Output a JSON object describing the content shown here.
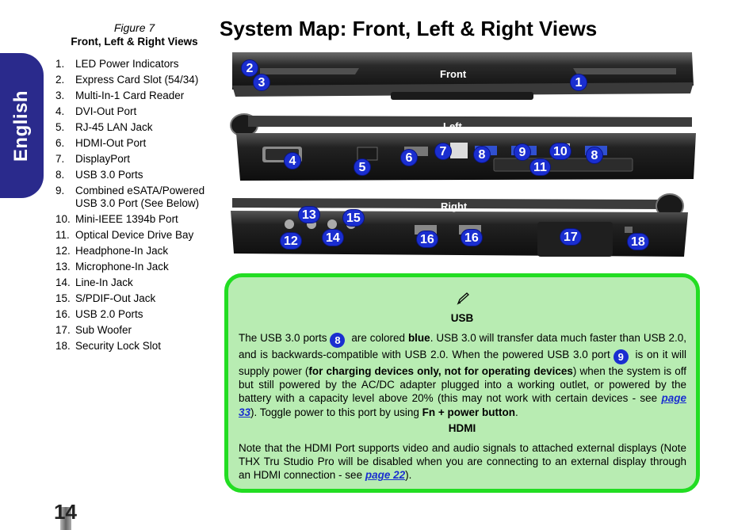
{
  "side_tab": {
    "label": "English"
  },
  "figure": {
    "number": "Figure 7",
    "title": "Front, Left & Right Views"
  },
  "page_title": "System Map: Front, Left & Right Views",
  "legend": [
    {
      "num": "1.",
      "text": "LED Power Indicators"
    },
    {
      "num": "2.",
      "text": "Express Card Slot (54/34)"
    },
    {
      "num": "3.",
      "text": "Multi-In-1 Card Reader"
    },
    {
      "num": "4.",
      "text": "DVI-Out Port"
    },
    {
      "num": "5.",
      "text": "RJ-45 LAN Jack"
    },
    {
      "num": "6.",
      "text": "HDMI-Out Port"
    },
    {
      "num": "7.",
      "text": "DisplayPort"
    },
    {
      "num": "8.",
      "text": "USB 3.0 Ports"
    },
    {
      "num": "9.",
      "text": "Combined eSATA/Powered USB 3.0 Port (See Below)"
    },
    {
      "num": "10.",
      "text": "Mini-IEEE 1394b Port"
    },
    {
      "num": "11.",
      "text": "Optical Device Drive Bay"
    },
    {
      "num": "12.",
      "text": "Headphone-In Jack"
    },
    {
      "num": "13.",
      "text": "Microphone-In Jack"
    },
    {
      "num": "14.",
      "text": "Line-In Jack"
    },
    {
      "num": "15.",
      "text": "S/PDIF-Out Jack"
    },
    {
      "num": "16.",
      "text": "USB 2.0 Ports"
    },
    {
      "num": "17.",
      "text": "Sub Woofer"
    },
    {
      "num": "18.",
      "text": "Security Lock Slot"
    }
  ],
  "views": {
    "front": {
      "label": "Front",
      "badges": [
        "2",
        "3",
        "1"
      ]
    },
    "left": {
      "label": "Left",
      "badges": [
        "4",
        "5",
        "6",
        "7",
        "8",
        "9",
        "10",
        "11",
        "8"
      ]
    },
    "right": {
      "label": "Right",
      "badges": [
        "13",
        "15",
        "12",
        "14",
        "16",
        "16",
        "17",
        "18"
      ]
    }
  },
  "note": {
    "usb_heading": "USB",
    "usb_p1_a": "The USB 3.0 ports",
    "usb_badge_8": "8",
    "usb_p1_b": " are colored ",
    "usb_p1_blue": "blue",
    "usb_p1_c": ". USB 3.0 will transfer data much faster than USB 2.0, and is backwards-compatible with USB 2.0. When the powered  USB 3.0 port",
    "usb_badge_9": "9",
    "usb_p1_d": " is on it will supply power (",
    "usb_p1_bold": "for charging devices only, not for operating devices",
    "usb_p1_e": ") when the system is off but still powered by the AC/DC adapter plugged into a working outlet, or powered by the battery with a capacity level above 20% (this may not work with certain devices - see ",
    "usb_link": "page 33",
    "usb_p1_f": "). Toggle power to this port by using ",
    "usb_p1_keys": "Fn + power button",
    "usb_p1_g": ".",
    "hdmi_heading": "HDMI",
    "hdmi_p_a": "Note that the HDMI Port supports video and audio signals to attached external displays (Note THX Tru Studio Pro will be disabled when you are connecting to an external display through an HDMI connection - see ",
    "hdmi_link": "page 22",
    "hdmi_p_b": ")."
  },
  "page_number": "14",
  "colors": {
    "accent_blue": "#1a2ed0",
    "tab_blue": "#2a2a8c",
    "note_border": "#22dd22",
    "note_bg": "#b8ecb2"
  }
}
